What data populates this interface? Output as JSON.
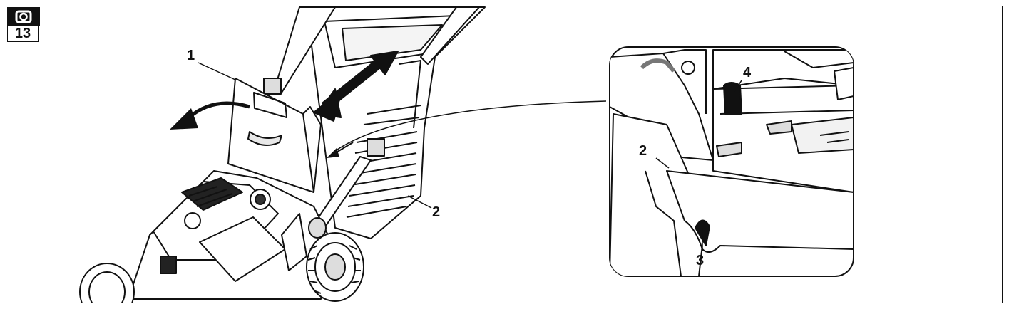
{
  "figure": {
    "number": "13",
    "camera_icon": "camera-icon"
  },
  "callouts": {
    "main_1": "1",
    "main_2": "2",
    "inset_2": "2",
    "inset_3": "3",
    "inset_4": "4"
  },
  "colors": {
    "line": "#111111",
    "fill": "#ffffff",
    "shade": "#d9d9d9"
  }
}
